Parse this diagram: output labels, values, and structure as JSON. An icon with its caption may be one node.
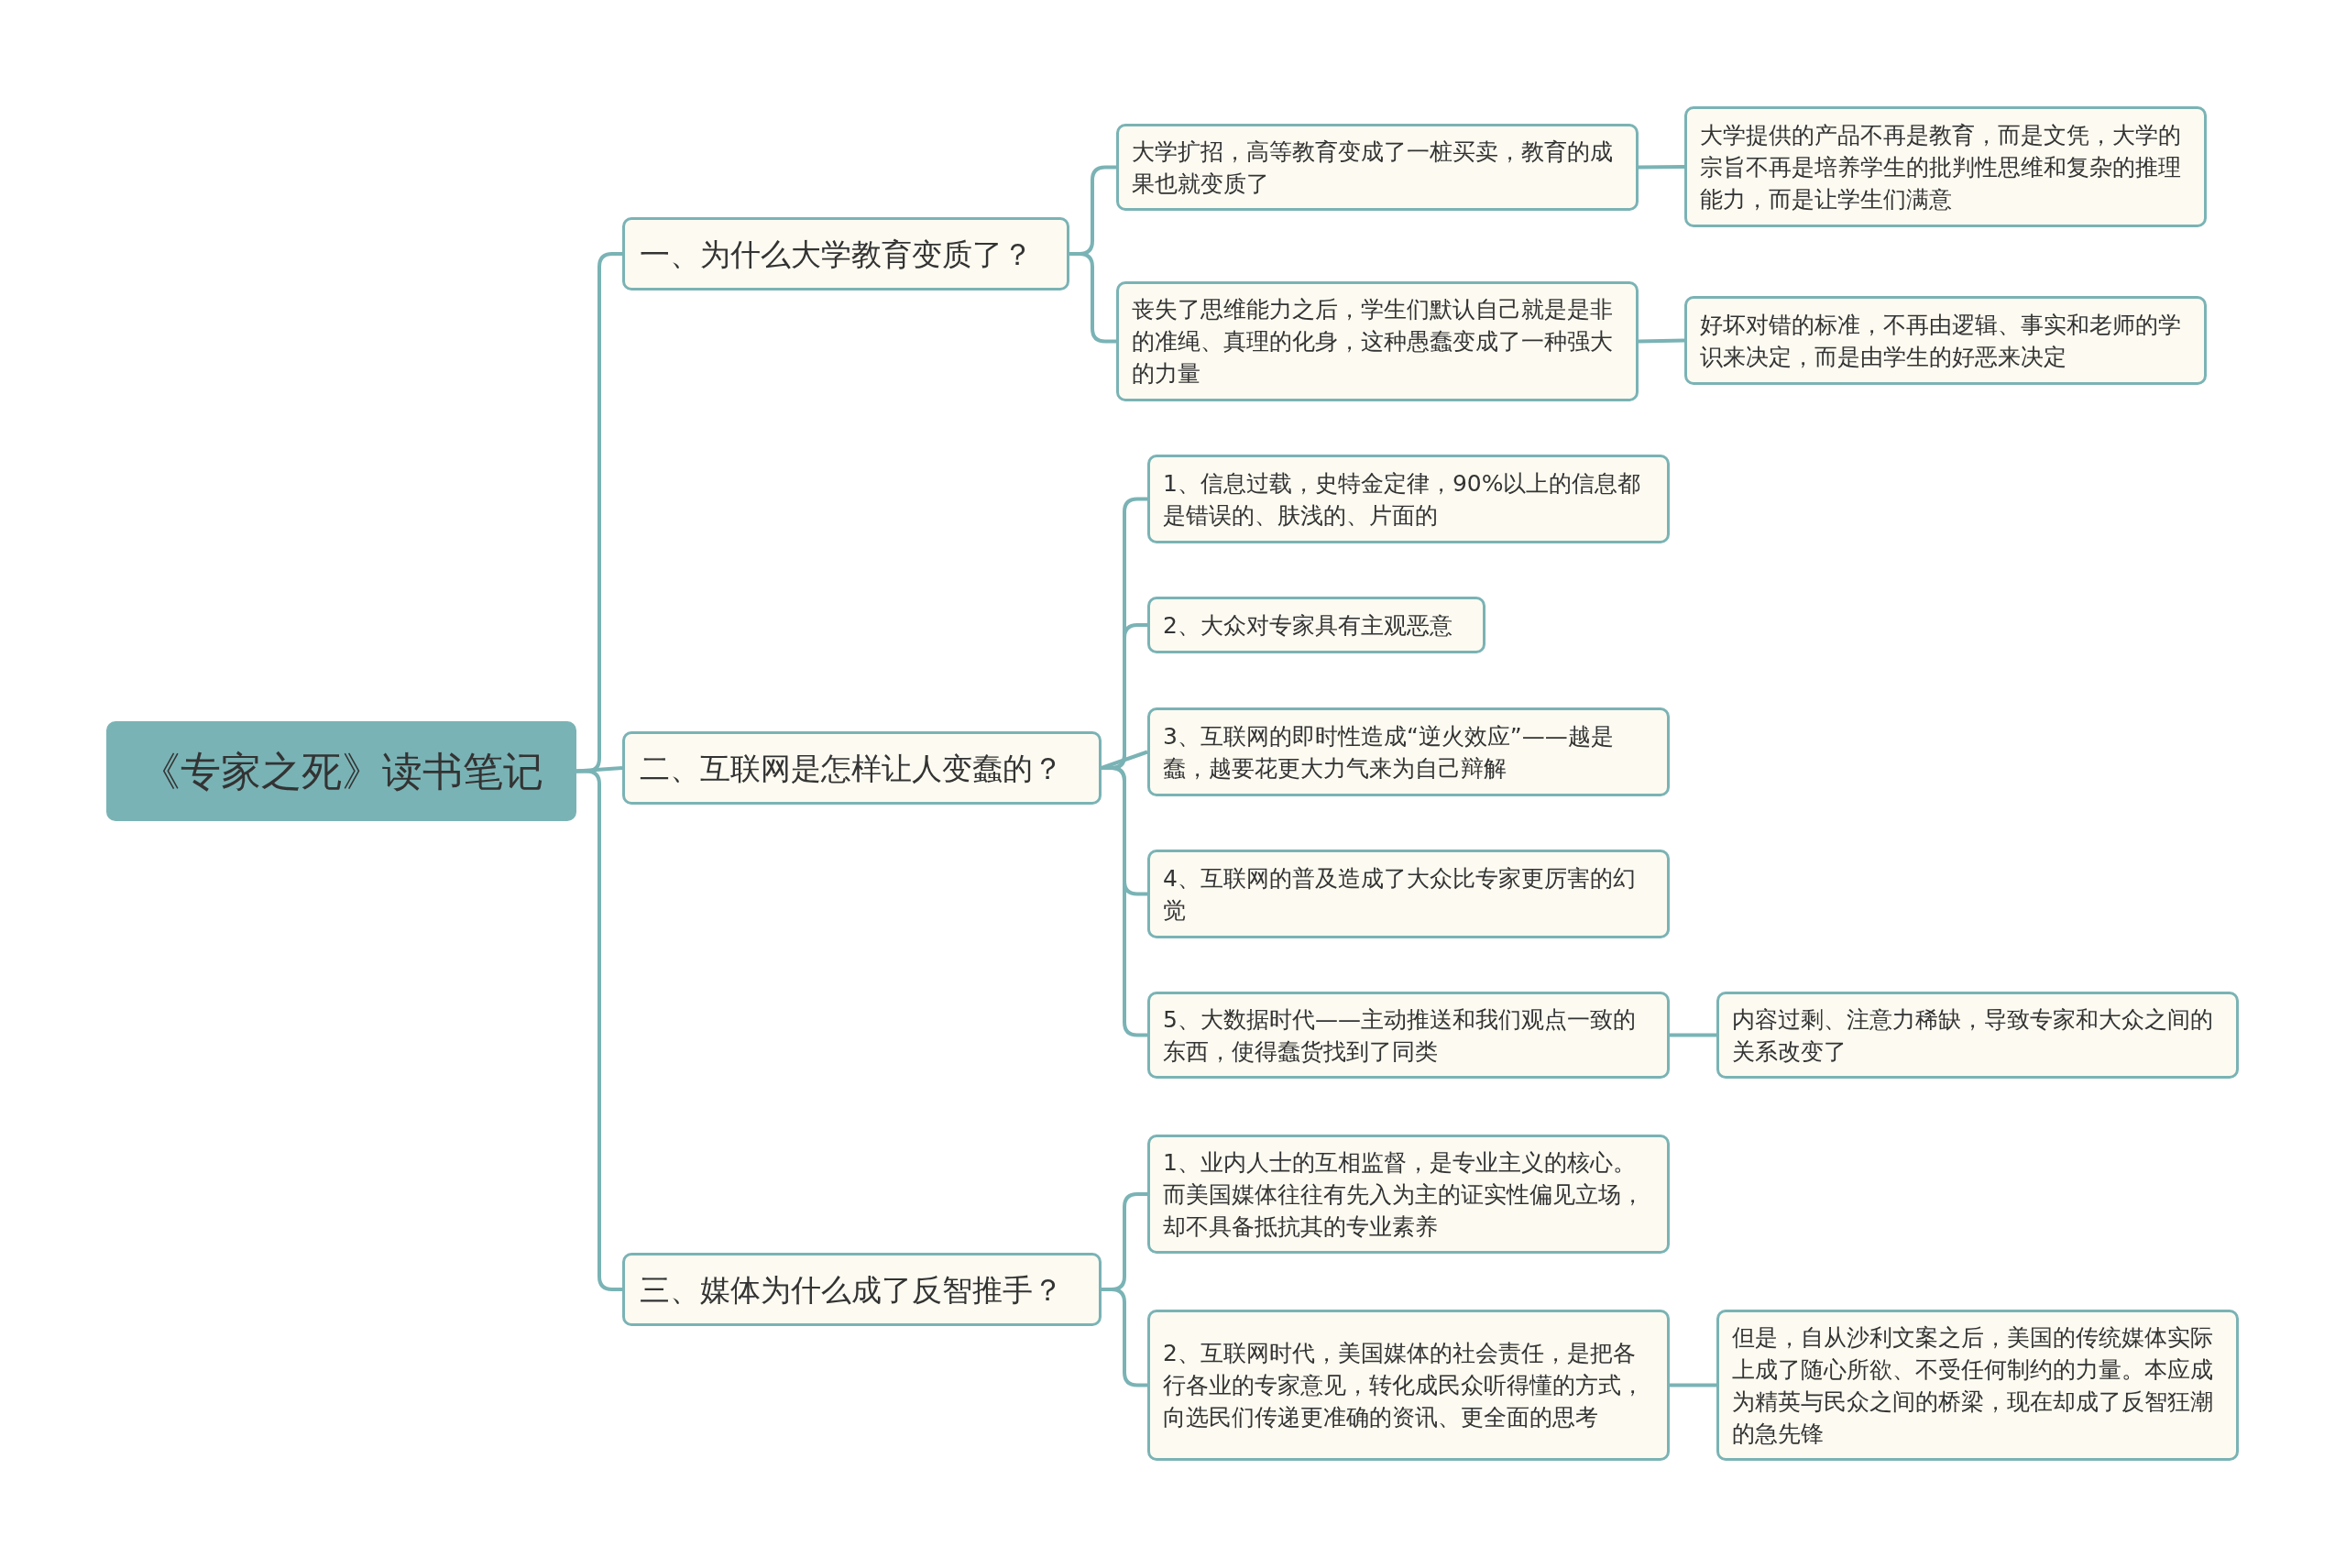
{
  "diagram": {
    "nodes": [
      {
        "text": [
          "《专家之死》读书笔记"
        ]
      },
      {
        "text": [
          "一、为什么大学教育变质了？"
        ]
      },
      {
        "text": [
          "大学扩招，高等教育变成了一桩买卖，教育的成果也就变质了"
        ]
      },
      {
        "text": [
          "大学提供的产品不再是教育，而是文凭，大学的宗旨不再是培养学生的批判性思维和复杂的推理能力，而是让学生们满意"
        ]
      },
      {
        "text": [
          "丧失了思维能力之后，学生们默认自己就是是非的准绳、真理的化身，这种愚蠢变成了一种强大的力量"
        ]
      },
      {
        "text": [
          "好坏对错的标准，不再由逻辑、事实和老师的学识来决定，而是由学生的好恶来决定"
        ]
      },
      {
        "text": [
          "二、互联网是怎样让人变蠢的？"
        ]
      },
      {
        "text": [
          "1、信息过载，史特金定律，90%以上的信息都是错误的、肤浅的、片面的"
        ]
      },
      {
        "text": [
          "2、大众对专家具有主观恶意"
        ]
      },
      {
        "text": [
          "3、互联网的即时性造成“逆火效应”——越是蠢，越要花更大力气来为自己辩解"
        ]
      },
      {
        "text": [
          "4、互联网的普及造成了大众比专家更厉害的幻觉"
        ]
      },
      {
        "text": [
          "5、大数据时代——主动推送和我们观点一致的东西，使得蠢货找到了同类"
        ]
      },
      {
        "text": [
          "内容过剩、注意力稀缺，导致专家和大众之间的关系改变了"
        ]
      },
      {
        "text": [
          "三、媒体为什么成了反智推手？"
        ]
      },
      {
        "text": [
          "1、业内人士的互相监督，是专业主义的核心。而美国媒体往往有先入为主的证实性偏见立场，却不具备抵抗其的专业素养"
        ]
      },
      {
        "text": [
          "2、互联网时代，美国媒体的社会责任，是把各行各业的专家意见，转化成民众听得懂的方式，向选民们传递更准确的资讯、更全面的思考"
        ]
      },
      {
        "text": [
          "但是，自从沙利文案之后，美国的传统媒体实际上成了随心所欲、不受任何制约的力量。本应成为精英与民众之间的桥梁，现在却成了反智狂潮的急先锋"
        ]
      }
    ],
    "edges": [
      {
        "from": 0,
        "to": 1,
        "arrow": "none"
      },
      {
        "from": 0,
        "to": 6,
        "arrow": "none"
      },
      {
        "from": 0,
        "to": 13,
        "arrow": "none"
      },
      {
        "from": 1,
        "to": 2,
        "arrow": "none"
      },
      {
        "from": 1,
        "to": 4,
        "arrow": "none"
      },
      {
        "from": 2,
        "to": 3,
        "arrow": "none"
      },
      {
        "from": 4,
        "to": 5,
        "arrow": "none"
      },
      {
        "from": 6,
        "to": 7,
        "arrow": "none"
      },
      {
        "from": 6,
        "to": 8,
        "arrow": "none"
      },
      {
        "from": 6,
        "to": 9,
        "arrow": "none"
      },
      {
        "from": 6,
        "to": 10,
        "arrow": "none"
      },
      {
        "from": 6,
        "to": 11,
        "arrow": "none"
      },
      {
        "from": 11,
        "to": 12,
        "arrow": "none"
      },
      {
        "from": 13,
        "to": 14,
        "arrow": "none"
      },
      {
        "from": 13,
        "to": 15,
        "arrow": "none"
      },
      {
        "from": 15,
        "to": 16,
        "arrow": "none"
      }
    ]
  }
}
